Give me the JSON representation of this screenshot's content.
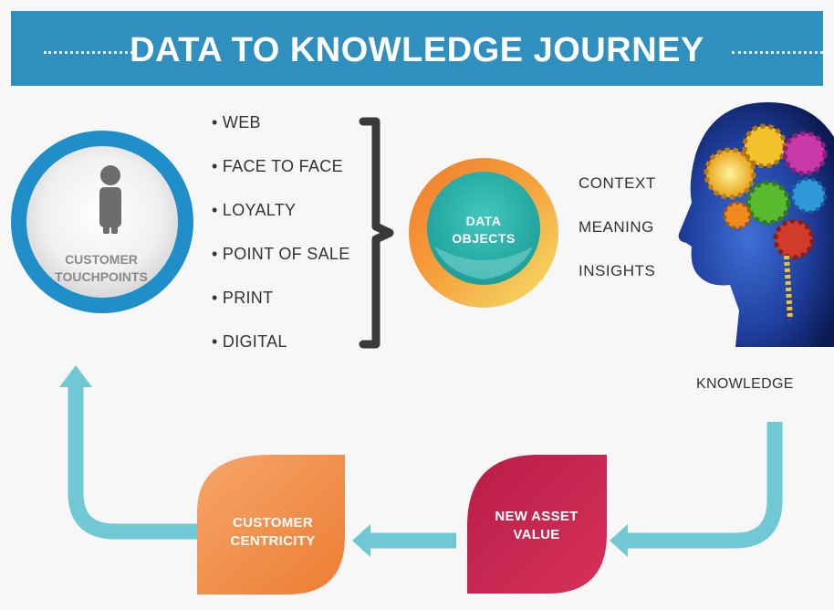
{
  "header": {
    "title": "DATA TO KNOWLEDGE JOURNEY"
  },
  "touchpoints": {
    "label_line1": "CUSTOMER",
    "label_line2": "TOUCHPOINTS"
  },
  "channels": [
    "• WEB",
    "• FACE TO FACE",
    "• LOYALTY",
    "• POINT OF SALE",
    "• PRINT",
    "• DIGITAL"
  ],
  "data_objects": {
    "line1": "DATA",
    "line2": "OBJECTS"
  },
  "outcomes": [
    "CONTEXT",
    "MEANING",
    "INSIGHTS"
  ],
  "knowledge": {
    "label": "KNOWLEDGE"
  },
  "new_asset_value": {
    "line1": "NEW ASSET",
    "line2": "VALUE"
  },
  "customer_centricity": {
    "line1": "CUSTOMER",
    "line2": "CENTRICITY"
  },
  "colors": {
    "banner": "#2f8fbe",
    "ring_blue": "#1f8ec9",
    "arrow_teal": "#6fc8d4",
    "data_teal": "#2ab3ae",
    "orange": "#f08a3c",
    "crimson": "#c8254f"
  }
}
